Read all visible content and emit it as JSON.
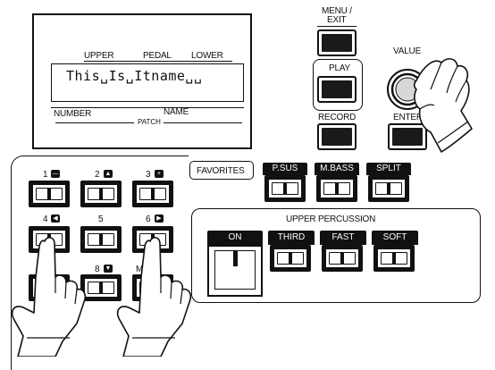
{
  "lcd": {
    "header_upper": "UPPER",
    "header_pedal": "PEDAL",
    "header_lower": "LOWER",
    "display_text": "This␣Is␣Itname␣␣",
    "footer_number": "NUMBER",
    "footer_name": "NAME",
    "footer_patch": "PATCH"
  },
  "right_panel": {
    "menu_exit_line1": "MENU /",
    "menu_exit_line2": "EXIT",
    "play_label": "PLAY",
    "record_label": "RECORD",
    "enter_label": "ENTER",
    "value_label": "VALUE"
  },
  "favorites": {
    "title": "FAVORITES",
    "buttons": [
      {
        "number": "1",
        "icon": "minus-icon"
      },
      {
        "number": "2",
        "icon": "up-triangle-icon"
      },
      {
        "number": "3",
        "icon": "plus-icon"
      },
      {
        "number": "4",
        "icon": "left-triangle-icon"
      },
      {
        "number": "5",
        "icon": ""
      },
      {
        "number": "6",
        "icon": "right-triangle-icon"
      },
      {
        "number": "8",
        "icon": "down-triangle-icon"
      }
    ],
    "partial_label": "MA"
  },
  "tabs": {
    "psus": "P.SUS",
    "mbass": "M.BASS",
    "split": "SPLIT"
  },
  "upper_percussion": {
    "title": "UPPER PERCUSSION",
    "on": "ON",
    "third": "THIRD",
    "fast": "FAST",
    "soft": "SOFT"
  }
}
